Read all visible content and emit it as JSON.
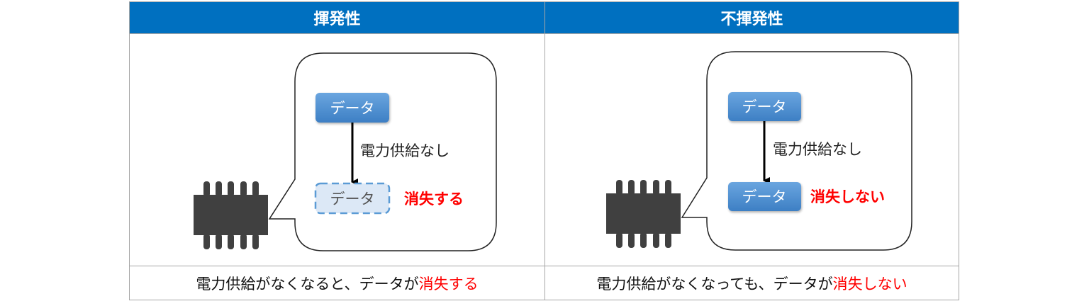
{
  "columns": [
    {
      "header": "揮発性",
      "data_top": "データ",
      "arrow_label": "電力供給なし",
      "data_bottom": "データ",
      "result": "消失する",
      "caption_prefix": "電力供給がなくなると、データが",
      "caption_highlight": "消失する"
    },
    {
      "header": "不揮発性",
      "data_top": "データ",
      "arrow_label": "電力供給なし",
      "data_bottom": "データ",
      "result": "消失しない",
      "caption_prefix": "電力供給がなくなっても、データが",
      "caption_highlight": "消失しない"
    }
  ],
  "colors": {
    "header_bg": "#0070c0",
    "data_box": "#4a8fd6",
    "data_box_lost_fill": "#dce8f6",
    "data_box_lost_border": "#5b9bd5",
    "chip": "#404040",
    "highlight": "#ff0000",
    "border": "#a6a6a6"
  }
}
